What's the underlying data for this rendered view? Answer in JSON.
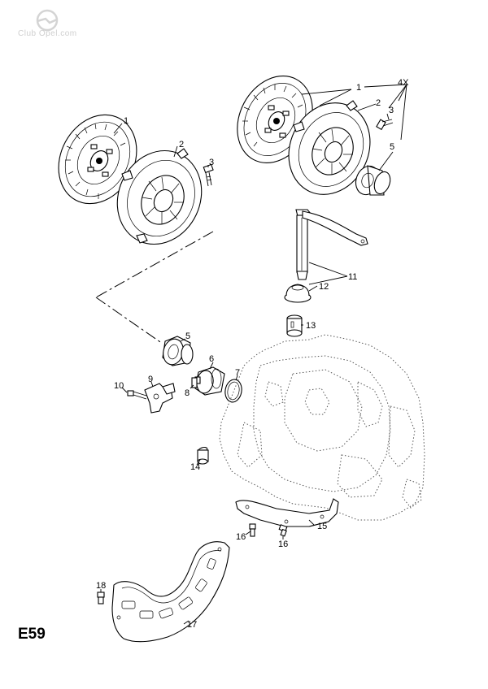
{
  "watermark": {
    "text": "Club Opel.com"
  },
  "page_code": "E59",
  "callouts": {
    "c1a": "1",
    "c2a": "2",
    "c3a": "3",
    "c1b": "1",
    "c2b": "2",
    "c3b": "3",
    "c4x": "4X",
    "c5b": "5",
    "c11": "11",
    "c12": "12",
    "c13": "13",
    "c5c": "5",
    "c6": "6",
    "c7": "7",
    "c8": "8",
    "c9": "9",
    "c10": "10",
    "c14": "14",
    "c15": "15",
    "c16a": "16",
    "c16b": "16",
    "c17": "17",
    "c18": "18"
  }
}
